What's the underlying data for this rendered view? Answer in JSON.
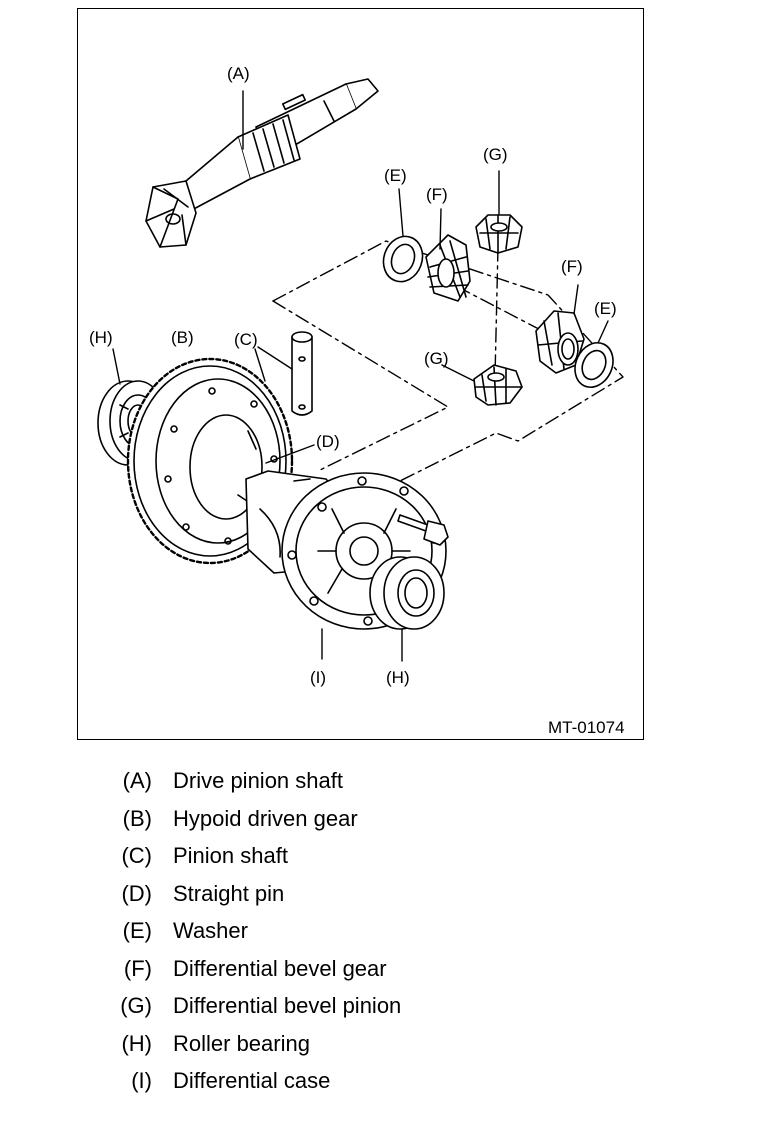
{
  "figure": {
    "reference_code": "MT-01074",
    "callouts": {
      "A": "(A)",
      "B": "(B)",
      "C": "(C)",
      "D": "(D)",
      "E_left": "(E)",
      "E_right": "(E)",
      "F_left": "(F)",
      "F_right": "(F)",
      "G_top": "(G)",
      "G_bottom": "(G)",
      "H_left": "(H)",
      "H_right": "(H)",
      "I": "(I)"
    }
  },
  "legend": [
    {
      "key": "(A)",
      "label": "Drive pinion shaft"
    },
    {
      "key": "(B)",
      "label": "Hypoid driven gear"
    },
    {
      "key": "(C)",
      "label": "Pinion shaft"
    },
    {
      "key": "(D)",
      "label": "Straight pin"
    },
    {
      "key": "(E)",
      "label": "Washer"
    },
    {
      "key": "(F)",
      "label": "Differential bevel gear"
    },
    {
      "key": "(G)",
      "label": "Differential bevel pinion"
    },
    {
      "key": "(H)",
      "label": "Roller bearing"
    },
    {
      "key": "(I)",
      "label": "Differential case"
    }
  ]
}
